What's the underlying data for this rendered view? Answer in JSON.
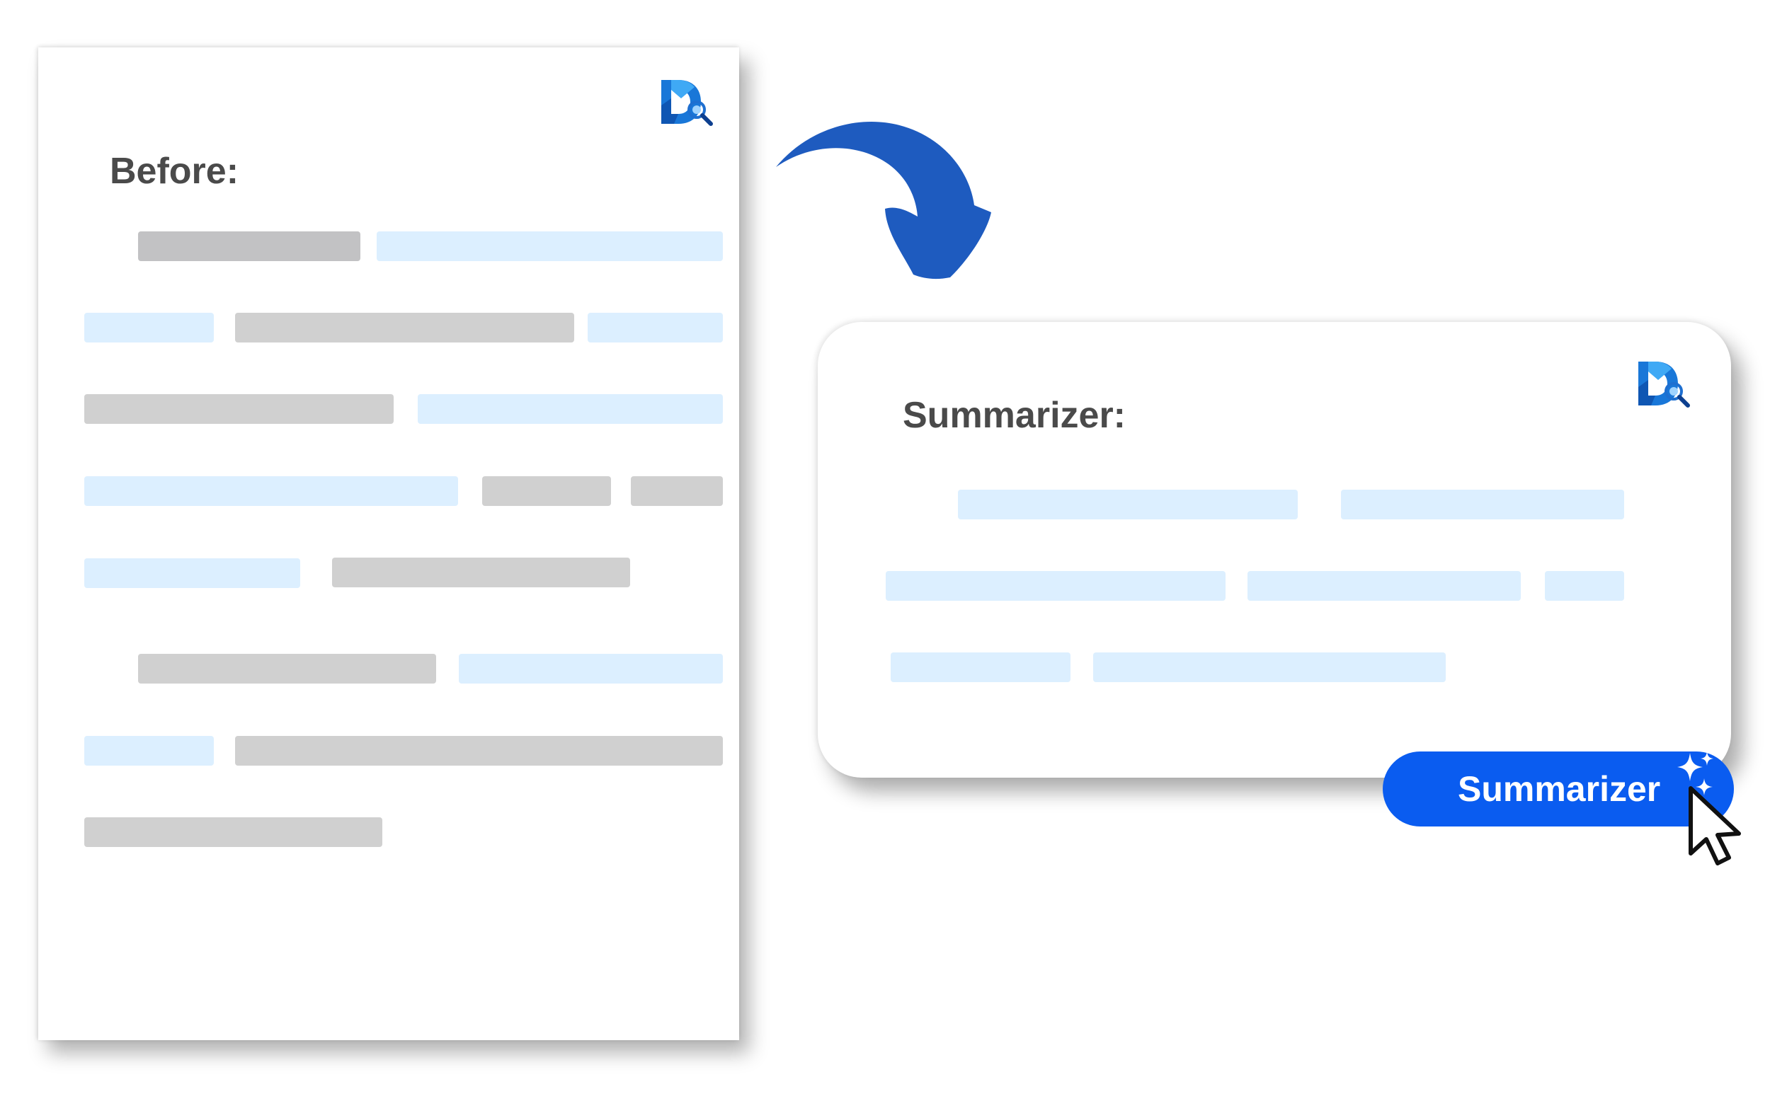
{
  "before": {
    "heading": "Before:",
    "logo_icon": "brand-d-magnifier-icon"
  },
  "summarizer_card": {
    "heading": "Summarizer:",
    "logo_icon": "brand-d-magnifier-icon"
  },
  "summarize_button": {
    "label": "Summarizer",
    "icon": "sparkle-icon"
  },
  "decorations": {
    "arrow_icon": "curved-arrow-down-icon",
    "cursor_icon": "mouse-pointer-icon"
  },
  "colors": {
    "accent_blue": "#0a5cf0",
    "arrow_blue": "#1e5bbf",
    "placeholder_gray": "#d0d0d0",
    "placeholder_blue": "#dcefff",
    "heading_text": "#4a4a4a"
  }
}
